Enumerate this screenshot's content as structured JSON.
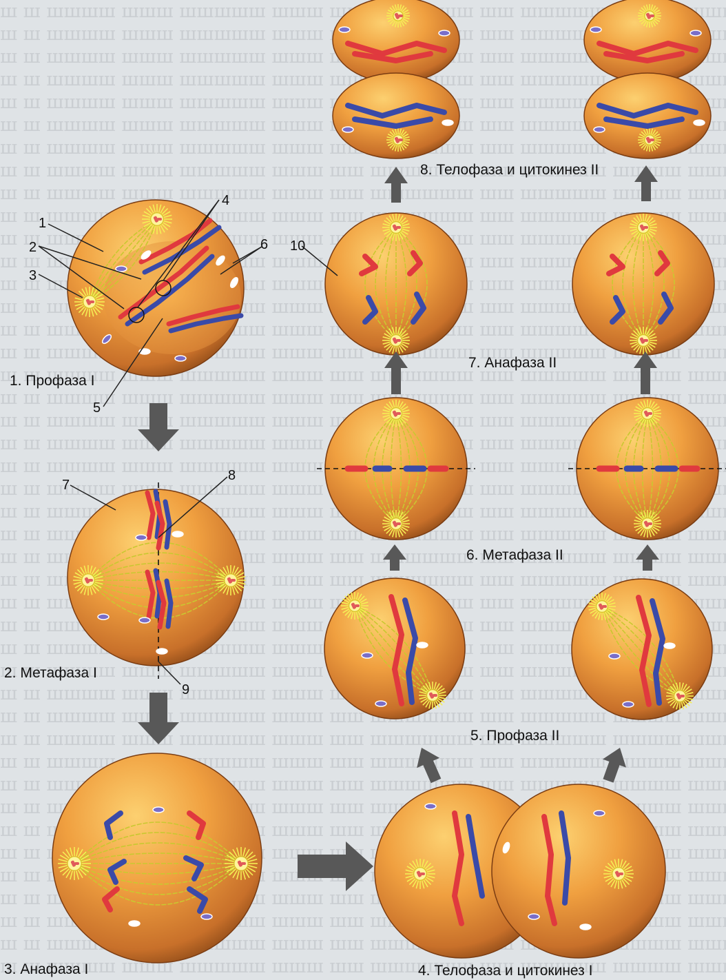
{
  "stages": {
    "s1": "1. Профаза I",
    "s2": "2. Метафаза I",
    "s3": "3. Анафаза I",
    "s4": "4. Телофаза и цитокинез I",
    "s5": "5. Профаза II",
    "s6": "6. Метафаза II",
    "s7": "7. Анафаза II",
    "s8": "8. Телофаза и цитокинез II"
  },
  "callouts": {
    "n1": "1",
    "n2": "2",
    "n3": "3",
    "n4": "4",
    "n5": "5",
    "n6": "6",
    "n7": "7",
    "n8": "8",
    "n9": "9",
    "n10": "10"
  },
  "colors": {
    "cell_light": "#f7b350",
    "cell_dark": "#b8621f",
    "chromosome_red": "#e0393e",
    "chromosome_blue": "#3a4aa8",
    "spindle": "#c9c830",
    "centrosome": "#f5ee55",
    "vesicle": "#7a6ec8",
    "arrow": "#585858"
  }
}
